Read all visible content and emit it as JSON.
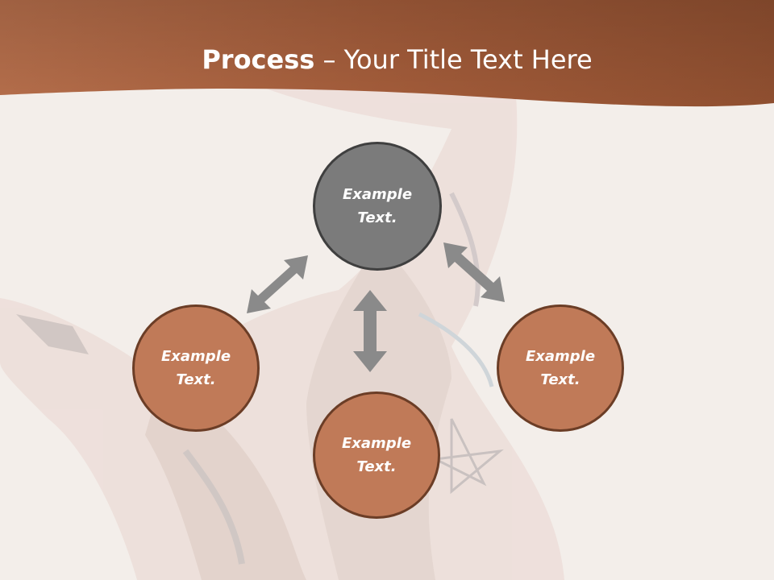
{
  "header": {
    "title_bold": "Process",
    "title_rest": " – Your Title Text Here"
  },
  "diagram": {
    "nodes": [
      {
        "id": "top",
        "label": "Example Text.",
        "color": "#7b7b7b"
      },
      {
        "id": "left",
        "label": "Example Text.",
        "color": "#c07a58"
      },
      {
        "id": "right",
        "label": "Example Text.",
        "color": "#c07a58"
      },
      {
        "id": "bottom",
        "label": "Example Text.",
        "color": "#c07a58"
      }
    ],
    "arrow_color": "#8a8a8a"
  },
  "colors": {
    "header_band": "#a65f3d",
    "background": "#f2ede9"
  }
}
